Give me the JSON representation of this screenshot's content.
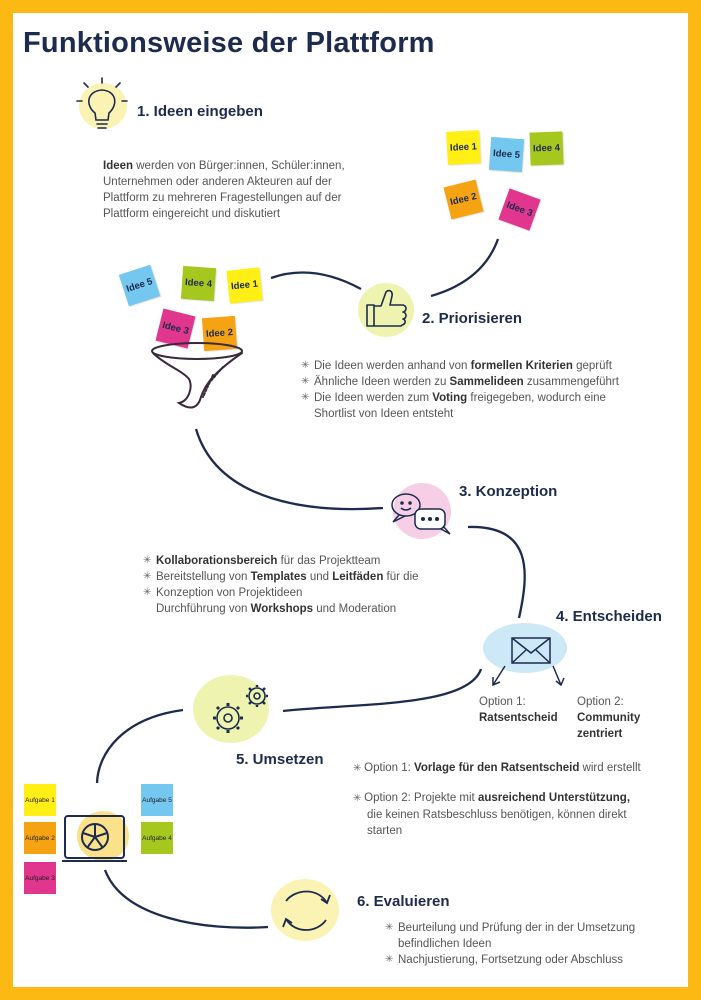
{
  "title": "Funktionsweise der Plattform",
  "colors": {
    "frame": "#FDB913",
    "navy": "#1d2b4f",
    "sticky_yellow": "#ffef14",
    "sticky_blue": "#74c7ef",
    "sticky_green": "#a6c81e",
    "sticky_orange": "#f6a313",
    "sticky_magenta": "#e0368e"
  },
  "step1": {
    "heading": "1. Ideen eingeben",
    "icon": "lightbulb-icon",
    "desc_bold": "Ideen",
    "desc_l1": " werden von Bürger:innen, Schüler:innen,",
    "desc_l2": "Unternehmen oder anderen Akteuren auf der",
    "desc_l3": "Plattform zu mehreren Fragestellungen auf der",
    "desc_l4": "Plattform eingereicht und diskutiert"
  },
  "ideas_top": [
    "Idee 1",
    "Idee 5",
    "Idee 4",
    "Idee 2",
    "Idee 3"
  ],
  "ideas_funnel": [
    "Idee 5",
    "Idee 4",
    "Idee 1",
    "Idee 3",
    "Idee 2"
  ],
  "step2": {
    "heading": "2. Priorisieren",
    "icon": "thumbs-up-icon",
    "b1_a": "Die Ideen werden anhand von ",
    "b1_b": "formellen Kriterien",
    "b1_c": " geprüft",
    "b2_a": "Ähnliche Ideen werden zu ",
    "b2_b": "Sammelideen",
    "b2_c": " zusammengeführt",
    "b3_a": "Die Ideen werden zum ",
    "b3_b": "Voting",
    "b3_c": " freigegeben, wodurch eine",
    "b3_d": "Shortlist von Ideen entsteht"
  },
  "step3": {
    "heading": "3. Konzeption",
    "icon": "chat-bubbles-icon",
    "b1_a": "Kollaborationsbereich",
    "b1_b": " für das Projektteam",
    "b2_a": "Bereitstellung von ",
    "b2_b": "Templates",
    "b2_c": " und ",
    "b2_d": "Leitfäden",
    "b2_e": " für die",
    "b3_a": "Konzeption von Projektideen",
    "b3_b": "Durchführung von ",
    "b3_c": "Workshops",
    "b3_d": " und Moderation"
  },
  "step4": {
    "heading": "4. Entscheiden",
    "icon": "envelope-icon",
    "opt1_label": "Option 1:",
    "opt1_value": "Ratsentscheid",
    "opt2_label": "Option 2:",
    "opt2_value_l1": "Community",
    "opt2_value_l2": "zentriert"
  },
  "step5": {
    "heading": "5. Umsetzen",
    "icon": "gears-icon",
    "n1_a": "Option 1: ",
    "n1_b": "Vorlage für den Ratsentscheid",
    "n1_c": " wird erstellt",
    "n2_a": "Option 2: Projekte mit ",
    "n2_b": "ausreichend Unterstützung,",
    "n2_l2": "die keinen Ratsbeschluss benötigen, können direkt",
    "n2_l3": "starten",
    "tasks": [
      "Aufgabe 1",
      "Aufgabe 2",
      "Aufgabe 3",
      "Aufgabe 5",
      "Aufgabe 4"
    ]
  },
  "step6": {
    "heading": "6. Evaluieren",
    "icon": "recycle-arrows-icon",
    "b1_l1": "Beurteilung und Prüfung der in der Umsetzung",
    "b1_l2": "befindlichen Ideen",
    "b2": "Nachjustierung, Fortsetzung oder Abschluss"
  }
}
